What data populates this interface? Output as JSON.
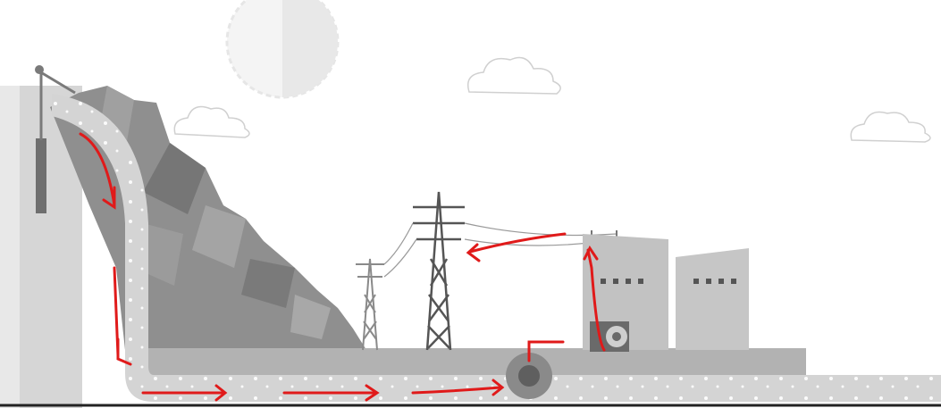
{
  "diagram": {
    "style": "grayscale illustration with hand-drawn red arrows",
    "colors": {
      "background": "#ffffff",
      "arrow": "#e01a1a",
      "mountain_dark": "#7f7f7f",
      "mountain_light": "#b4b4b4",
      "dam_wall": "#a9a9a9",
      "pipe": "#d3d3d3",
      "building": "#b8b8b8",
      "ground": "#b0b0b0"
    },
    "elements": [
      "sun-icon",
      "cloud-icon",
      "dam-wall",
      "mountain",
      "penstock-pipe",
      "water-gate",
      "transmission-tower",
      "power-lines",
      "power-station",
      "turbine",
      "generator",
      "tailrace",
      "flow-arrows"
    ]
  }
}
